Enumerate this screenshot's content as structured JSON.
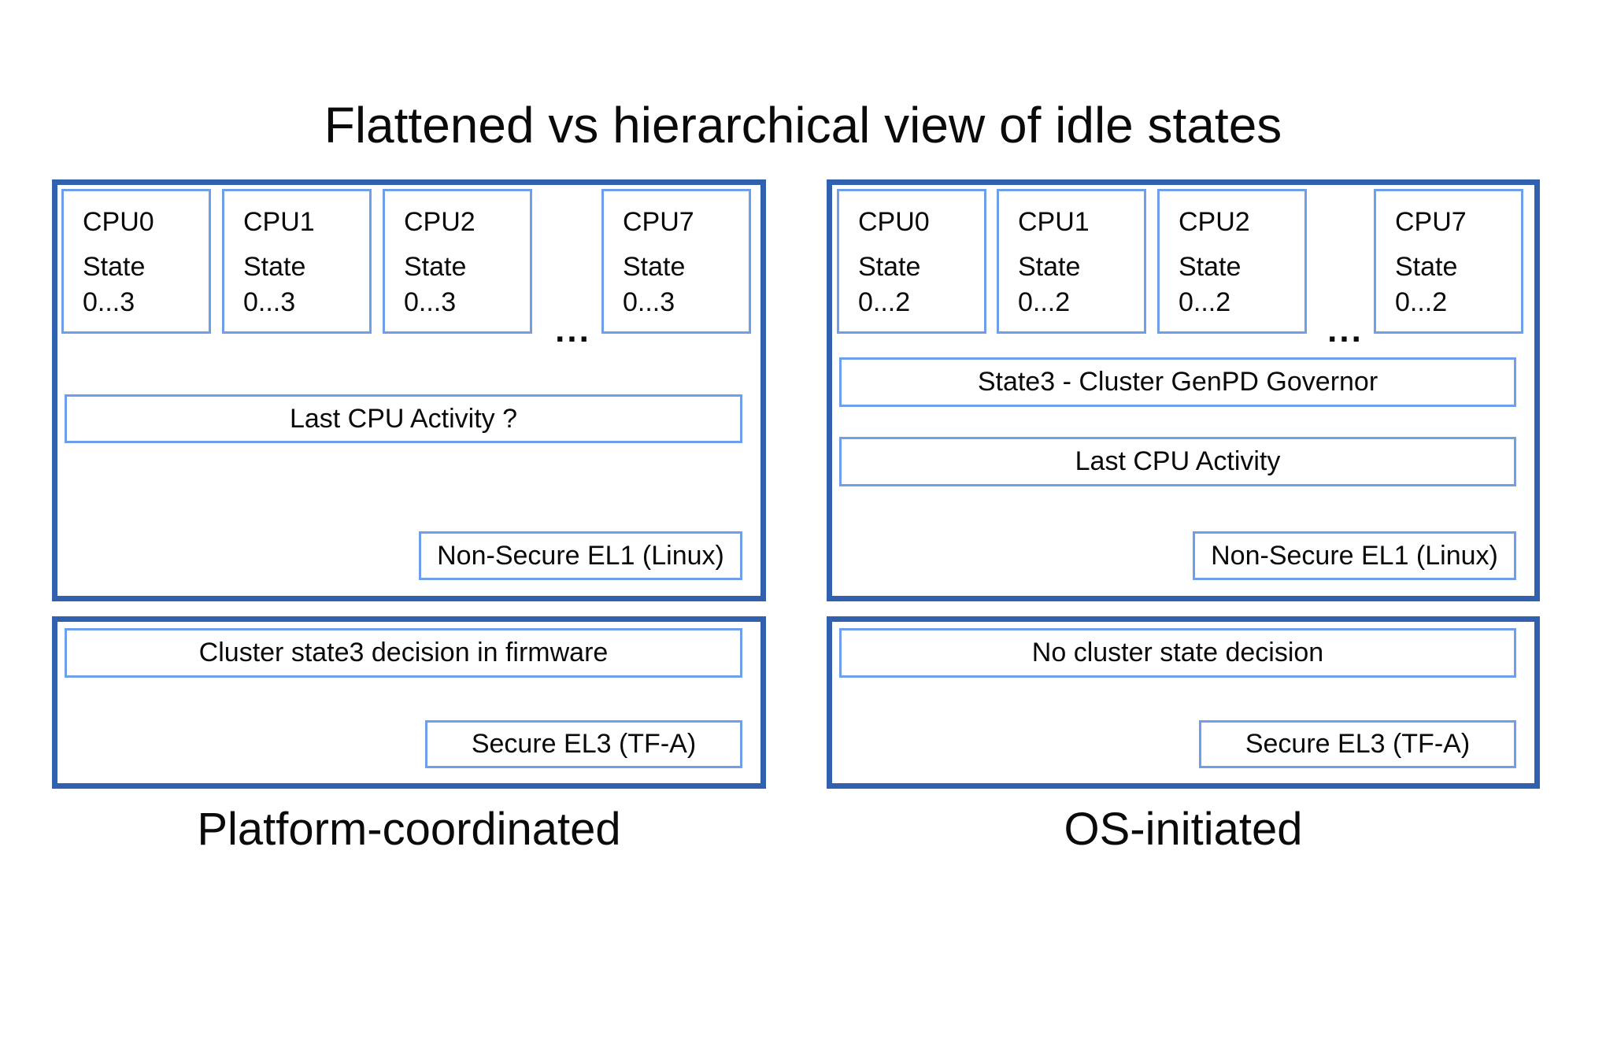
{
  "title": "Flattened vs hierarchical view of idle states",
  "colors": {
    "panel_border": "#3060ae",
    "box_border": "#6f9eea",
    "text": "#0a0a0a",
    "background": "#ffffff"
  },
  "panels": {
    "left": {
      "caption": "Platform-coordinated",
      "cpus": [
        {
          "name": "CPU0",
          "state_label": "State",
          "state_range": "0...3"
        },
        {
          "name": "CPU1",
          "state_label": "State",
          "state_range": "0...3"
        },
        {
          "name": "CPU2",
          "state_label": "State",
          "state_range": "0...3"
        },
        {
          "name": "CPU7",
          "state_label": "State",
          "state_range": "0...3"
        }
      ],
      "ellipsis": "...",
      "activity": "Last CPU Activity ?",
      "el1": "Non-Secure EL1 (Linux)",
      "decision": "Cluster state3 decision in firmware",
      "el3": "Secure EL3 (TF-A)"
    },
    "right": {
      "caption": "OS-initiated",
      "cpus": [
        {
          "name": "CPU0",
          "state_label": "State",
          "state_range": "0...2"
        },
        {
          "name": "CPU1",
          "state_label": "State",
          "state_range": "0...2"
        },
        {
          "name": "CPU2",
          "state_label": "State",
          "state_range": "0...2"
        },
        {
          "name": "CPU7",
          "state_label": "State",
          "state_range": "0...2"
        }
      ],
      "ellipsis": "...",
      "governor": "State3 - Cluster GenPD Governor",
      "activity": "Last CPU Activity",
      "el1": "Non-Secure EL1 (Linux)",
      "decision": "No cluster state decision",
      "el3": "Secure EL3 (TF-A)"
    }
  }
}
